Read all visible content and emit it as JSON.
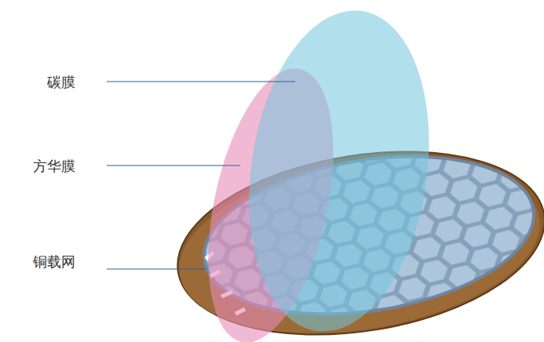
{
  "diagram": {
    "labels": [
      "碳膜",
      "方华膜",
      "铜载网"
    ]
  }
}
